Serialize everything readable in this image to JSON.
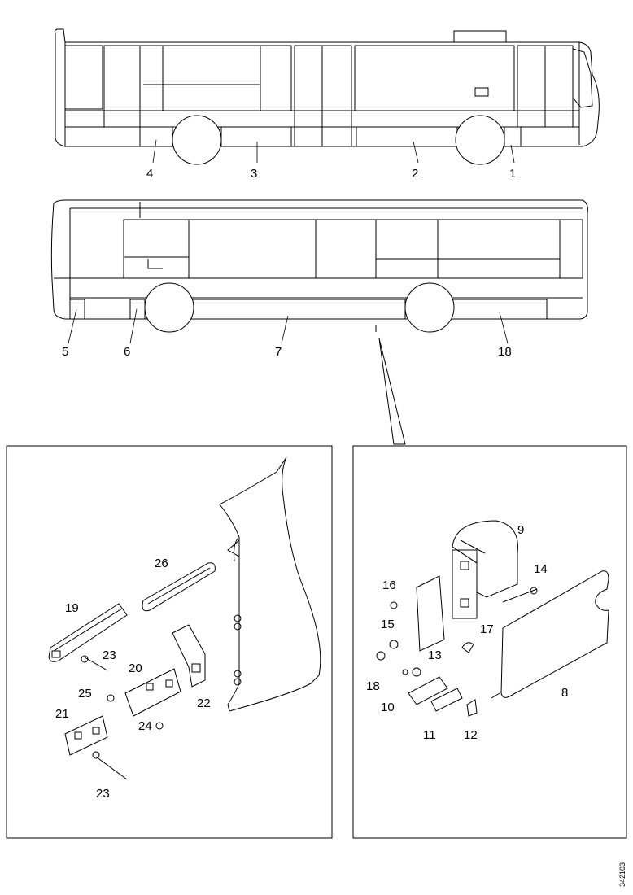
{
  "drawing_code": "342103",
  "bus_top_labels": [
    "4",
    "3",
    "2",
    "1"
  ],
  "bus_bottom_labels": [
    "5",
    "6",
    "7",
    "18"
  ],
  "left_detail_labels": [
    "26",
    "19",
    "23",
    "20",
    "25",
    "22",
    "24",
    "21",
    "23"
  ],
  "right_detail_labels": [
    "9",
    "14",
    "16",
    "15",
    "17",
    "13",
    "18",
    "8",
    "10",
    "11",
    "12"
  ]
}
